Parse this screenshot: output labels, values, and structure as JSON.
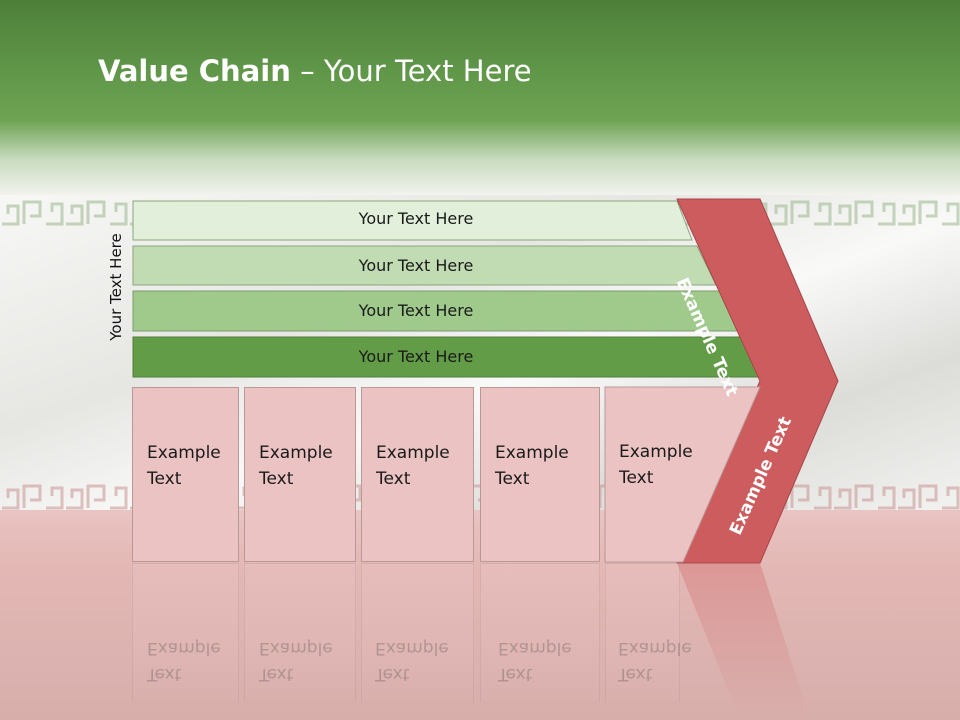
{
  "header": {
    "title_bold": "Value Chain",
    "title_sep": " – ",
    "title_rest": "Your Text Here"
  },
  "diagram": {
    "side_label": "Your Text Here",
    "bands": [
      {
        "label": "Your Text Here",
        "color": "#e2efdb"
      },
      {
        "label": "Your Text Here",
        "color": "#c1dcb3"
      },
      {
        "label": "Your Text Here",
        "color": "#9fca8c"
      },
      {
        "label": "Your Text Here",
        "color": "#639c47"
      }
    ],
    "columns": [
      {
        "line1": "Example",
        "line2": "Text"
      },
      {
        "line1": "Example",
        "line2": "Text"
      },
      {
        "line1": "Example",
        "line2": "Text"
      },
      {
        "line1": "Example",
        "line2": "Text"
      },
      {
        "line1": "Example",
        "line2": "Text"
      }
    ],
    "chevron": {
      "upper_label": "Example Text",
      "lower_label": "Example Text",
      "color": "#cd5c5e"
    }
  },
  "colors": {
    "header_green": "#5f9648",
    "column_fill": "#ebc3c3",
    "band_border": "#8ba57d"
  }
}
